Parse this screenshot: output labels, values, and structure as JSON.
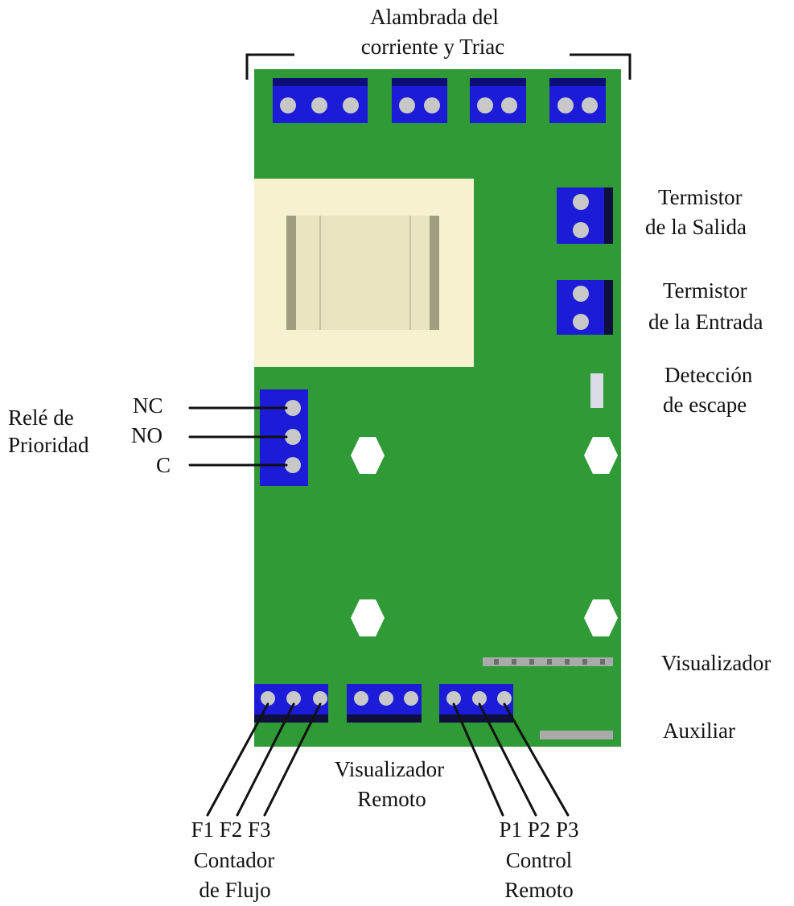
{
  "labels": {
    "top_title_line1": "Alambrada del",
    "top_title_line2": "corriente y Triac",
    "termistor_salida_line1": "Termistor",
    "termistor_salida_line2": "de la Salida",
    "termistor_entrada_line1": "Termistor",
    "termistor_entrada_line2": "de la Entrada",
    "deteccion_line1": "Detección",
    "deteccion_line2": "de escape",
    "rele_line1": "Relé de",
    "rele_line2": "Prioridad",
    "nc": "NC",
    "no": "NO",
    "c": "C",
    "visualizador": "Visualizador",
    "auxiliar": "Auxiliar",
    "visualizador_remoto_line1": "Visualizador",
    "visualizador_remoto_line2": "Remoto",
    "flujo_pins": "F1 F2 F3",
    "flujo_line1": "Contador",
    "flujo_line2": "de Flujo",
    "control_pins": "P1 P2 P3",
    "control_line1": "Control",
    "control_line2": "Remoto"
  },
  "colors": {
    "board": "#2f9a36",
    "terminal": "#1b1bd8",
    "terminal_dark": "#0e0e7a",
    "terminal_base": "#101040",
    "screw": "#c8c8c8",
    "transformer_frame": "#f6f1cf",
    "transformer_core": "#e9e4c0",
    "standoff": "#ffffff",
    "line": "#111111"
  },
  "icons": {
    "terminal": "screw-terminal-icon",
    "standoff": "hexagon-icon",
    "transformer": "transformer-icon"
  }
}
